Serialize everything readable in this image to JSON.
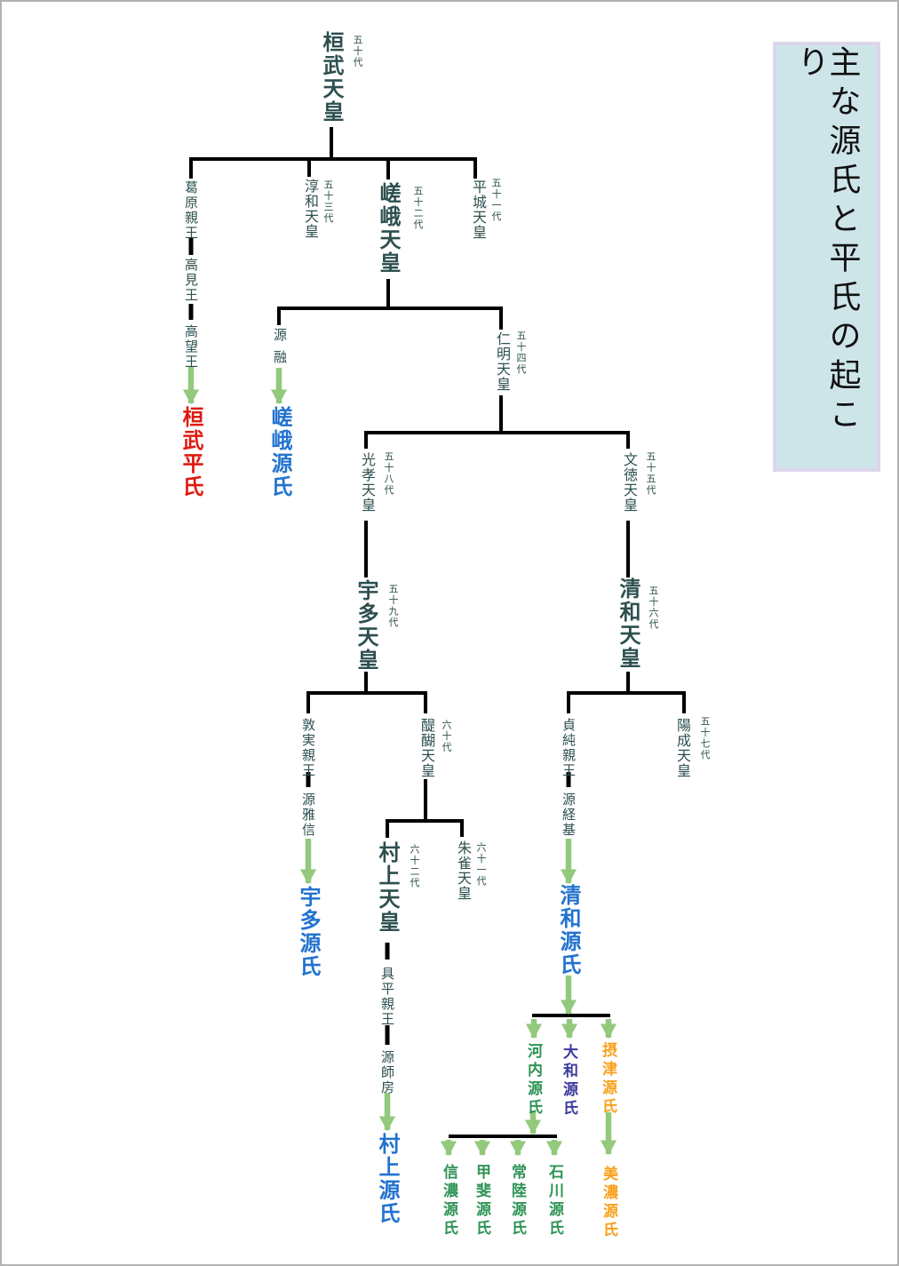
{
  "title": {
    "text": "主な源氏と平氏の起こり"
  },
  "palette": {
    "emperor_text": "#2d4f4f",
    "heishi_red": "#e0190f",
    "genji_blue": "#2273cf",
    "genji_green": "#2e9355",
    "genji_navy": "#3b3a9d",
    "genji_orange": "#f9a01b",
    "arrow_green": "#93c97d",
    "title_bg": "#cde5e9",
    "title_border": "#dcd5eb"
  },
  "nodes": {
    "kanmu": {
      "label": "桓武天皇",
      "gen": "五十代"
    },
    "heizei": {
      "label": "平城天皇",
      "gen": "五十一代"
    },
    "saga": {
      "label": "嵯峨天皇",
      "gen": "五十二代"
    },
    "junna": {
      "label": "淳和天皇",
      "gen": "五十三代"
    },
    "ninmyo": {
      "label": "仁明天皇",
      "gen": "五十四代"
    },
    "montoku": {
      "label": "文徳天皇",
      "gen": "五十五代"
    },
    "seiwa": {
      "label": "清和天皇",
      "gen": "五十六代"
    },
    "yozei": {
      "label": "陽成天皇",
      "gen": "五十七代"
    },
    "koko": {
      "label": "光孝天皇",
      "gen": "五十八代"
    },
    "uda": {
      "label": "宇多天皇",
      "gen": "五十九代"
    },
    "daigo": {
      "label": "醍醐天皇",
      "gen": "六十代"
    },
    "suzaku": {
      "label": "朱雀天皇",
      "gen": "六十一代"
    },
    "murakami": {
      "label": "村上天皇",
      "gen": "六十二代"
    },
    "katsurabara": {
      "label": "葛原親王"
    },
    "takami": {
      "label": "高見王"
    },
    "takamochi": {
      "label": "高望王"
    },
    "toru": {
      "label": "源融"
    },
    "atsumi": {
      "label": "敦実親王"
    },
    "masanobu": {
      "label": "源雅信"
    },
    "tomohira": {
      "label": "具平親王"
    },
    "morofusa": {
      "label": "源師房"
    },
    "sadazumi": {
      "label": "貞純親王"
    },
    "tsunemoto": {
      "label": "源経基"
    }
  },
  "clans": {
    "kanmu_heishi": {
      "label": "桓武平氏"
    },
    "saga_genji": {
      "label": "嵯峨源氏"
    },
    "uda_genji": {
      "label": "宇多源氏"
    },
    "seiwa_genji": {
      "label": "清和源氏"
    },
    "murakami_genji": {
      "label": "村上源氏"
    },
    "kawachi_genji": {
      "label": "河内源氏"
    },
    "yamato_genji": {
      "label": "大和源氏"
    },
    "settsu_genji": {
      "label": "摂津源氏"
    },
    "shinano_genji": {
      "label": "信濃源氏"
    },
    "kai_genji": {
      "label": "甲斐源氏"
    },
    "hitachi_genji": {
      "label": "常陸源氏"
    },
    "ishikawa_genji": {
      "label": "石川源氏"
    },
    "mino_genji": {
      "label": "美濃源氏"
    }
  }
}
